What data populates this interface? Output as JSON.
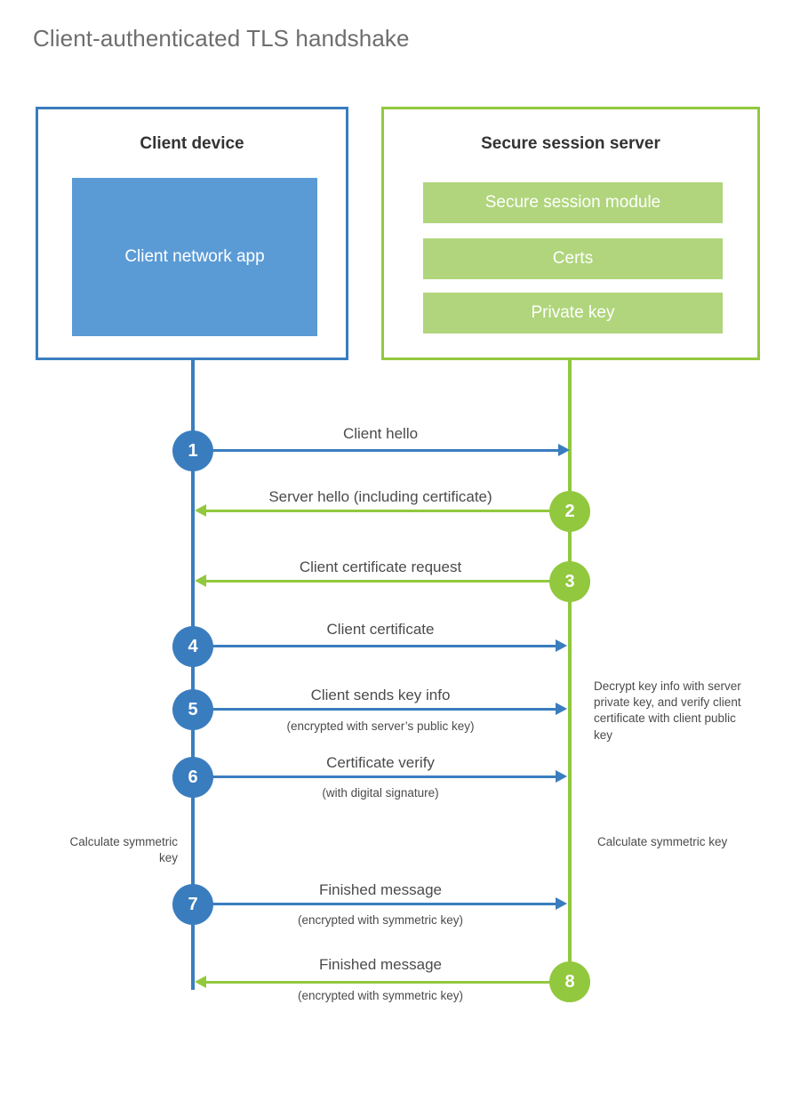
{
  "title": "Client-authenticated TLS handshake",
  "colors": {
    "client_accent": "#3a7dbf",
    "server_accent": "#92c83e",
    "client_app_fill": "#5b9bd5",
    "server_bar_fill": "#b0d57c",
    "title_text": "#6e6e6e",
    "body_text": "#4b4b4b",
    "page_background": "#ffffff"
  },
  "client": {
    "title": "Client device",
    "app_label": "Client network app"
  },
  "server": {
    "title": "Secure session server",
    "modules": [
      {
        "label": "Secure session module"
      },
      {
        "label": "Certs"
      },
      {
        "label": "Private key"
      }
    ]
  },
  "steps": [
    {
      "number": "1",
      "label": "Client hello",
      "sublabel": "",
      "direction": "client-to-server",
      "color": "blue"
    },
    {
      "number": "2",
      "label": "Server hello (including certificate)",
      "sublabel": "",
      "direction": "server-to-client",
      "color": "green"
    },
    {
      "number": "3",
      "label": "Client certificate request",
      "sublabel": "",
      "direction": "server-to-client",
      "color": "green"
    },
    {
      "number": "4",
      "label": "Client certificate",
      "sublabel": "",
      "direction": "client-to-server",
      "color": "blue"
    },
    {
      "number": "5",
      "label": "Client sends key info",
      "sublabel": "(encrypted with server’s public key)",
      "direction": "client-to-server",
      "color": "blue"
    },
    {
      "number": "6",
      "label": "Certificate verify",
      "sublabel": "(with digital signature)",
      "direction": "client-to-server",
      "color": "blue"
    },
    {
      "number": "7",
      "label": "Finished message",
      "sublabel": "(encrypted with symmetric key)",
      "direction": "client-to-server",
      "color": "blue"
    },
    {
      "number": "8",
      "label": "Finished message",
      "sublabel": "(encrypted with symmetric key)",
      "direction": "server-to-client",
      "color": "green"
    }
  ],
  "notes": {
    "server_decrypt": "Decrypt key info with server private key, and verify client certificate with client public key",
    "client_calc": "Calculate symmetric key",
    "server_calc": "Calculate symmetric key"
  }
}
